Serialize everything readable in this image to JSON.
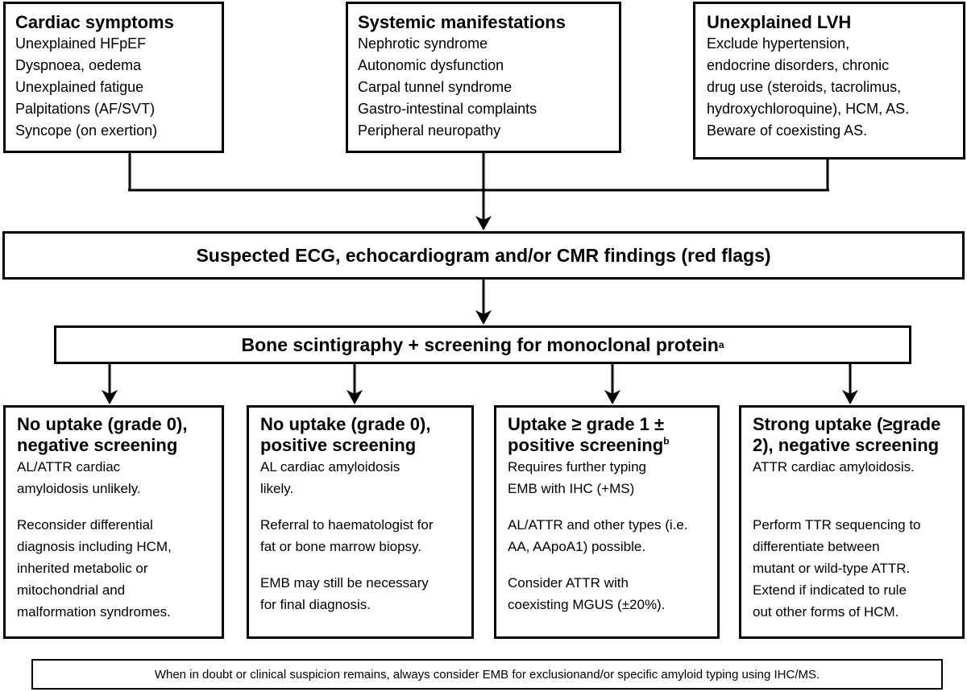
{
  "top_boxes": {
    "cardiac": {
      "title": "Cardiac symptoms",
      "lines": [
        "Unexplained HFpEF",
        "Dyspnoea, oedema",
        "Unexplained fatigue",
        "Palpitations (AF/SVT)",
        "Syncope (on exertion)"
      ]
    },
    "systemic": {
      "title": "Systemic manifestations",
      "lines": [
        "Nephrotic syndrome",
        "Autonomic dysfunction",
        "Carpal tunnel syndrome",
        "Gastro-intestinal complaints",
        "Peripheral neuropathy"
      ]
    },
    "lvh": {
      "title": "Unexplained LVH",
      "lines": [
        "Exclude hypertension,",
        "endocrine disorders, chronic",
        "drug use (steroids, tacrolimus,",
        "hydroxychloroquine), HCM, AS.",
        "Beware of coexisting AS."
      ]
    }
  },
  "red_flags": "Suspected ECG, echocardiogram and/or CMR findings (red flags)",
  "scintigraphy": {
    "text": "Bone scintigraphy + screening for monoclonal protein",
    "superscript": "a"
  },
  "outcomes": [
    {
      "title_lines": [
        "No uptake (grade 0),",
        "negative screening"
      ],
      "paragraphs": [
        [
          "AL/ATTR cardiac",
          "amyloidosis unlikely."
        ],
        [
          "Reconsider differential",
          "diagnosis including HCM,",
          "inherited metabolic or",
          "mitochondrial and",
          "malformation syndromes."
        ]
      ]
    },
    {
      "title_lines": [
        "No uptake (grade 0),",
        "positive screening"
      ],
      "paragraphs": [
        [
          "AL cardiac amyloidosis",
          "likely."
        ],
        [
          "Referral to haematologist for",
          "fat or bone marrow biopsy."
        ],
        [
          "EMB may still be necessary",
          "for final diagnosis."
        ]
      ]
    },
    {
      "title_lines": [
        "Uptake ≥ grade 1 ±",
        "positive screening"
      ],
      "title_superscript": "b",
      "paragraphs": [
        [
          "Requires further typing",
          "EMB with IHC (+MS)"
        ],
        [
          "AL/ATTR and other types (i.e.",
          "AA, AApoA1) possible."
        ],
        [
          "Consider ATTR with",
          "coexisting MGUS (±20%)."
        ]
      ]
    },
    {
      "title_lines": [
        "Strong uptake (≥grade",
        "2), negative screening"
      ],
      "paragraphs": [
        [
          "ATTR cardiac amyloidosis."
        ],
        [
          "Perform TTR sequencing to",
          "differentiate between",
          "mutant or wild-type ATTR.",
          "Extend if indicated to rule",
          "out other forms of HCM."
        ]
      ]
    }
  ],
  "footer": "When in doubt or clinical suspicion remains, always consider EMB for exclusionand/or specific amyloid typing using IHC/MS."
}
